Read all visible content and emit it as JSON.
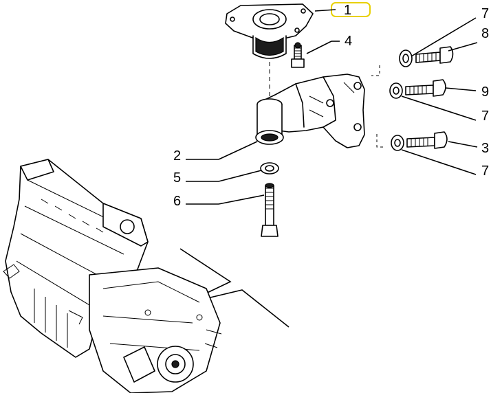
{
  "diagram": {
    "callouts": [
      {
        "id": "c1",
        "label": "1",
        "highlighted": true
      },
      {
        "id": "c4",
        "label": "4"
      },
      {
        "id": "c7a",
        "label": "7"
      },
      {
        "id": "c8",
        "label": "8"
      },
      {
        "id": "c9",
        "label": "9"
      },
      {
        "id": "c7b",
        "label": "7"
      },
      {
        "id": "c3",
        "label": "3"
      },
      {
        "id": "c7c",
        "label": "7"
      },
      {
        "id": "c2",
        "label": "2"
      },
      {
        "id": "c5",
        "label": "5"
      },
      {
        "id": "c6",
        "label": "6"
      }
    ],
    "highlight_color": "#e8d000"
  }
}
